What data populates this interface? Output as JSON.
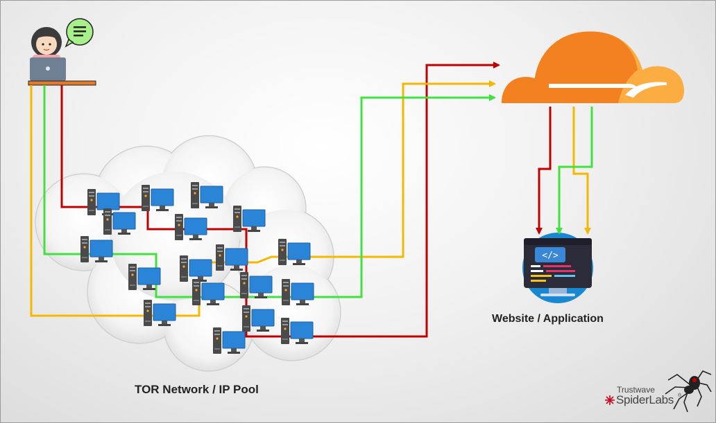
{
  "labels": {
    "tor_network": "TOR Network / IP Pool",
    "website": "Website / Application"
  },
  "branding": {
    "line1": "Trustwave",
    "line2": "SpiderLabs",
    "reg_mark": "®"
  },
  "icons": [
    "user-laptop-icon",
    "chat-bubble-icon",
    "cloud-cdn-icon",
    "code-window-icon",
    "server-icon",
    "spider-icon"
  ],
  "colors": {
    "route_red": "#c00000",
    "route_yellow": "#f5b800",
    "route_green": "#3fe23f",
    "cloud_orange": "#f48120",
    "cloud_light_orange": "#fbad41",
    "server_blue": "#2a84d8",
    "site_circle": "#1a88d1",
    "desk": "#e07a2f"
  }
}
